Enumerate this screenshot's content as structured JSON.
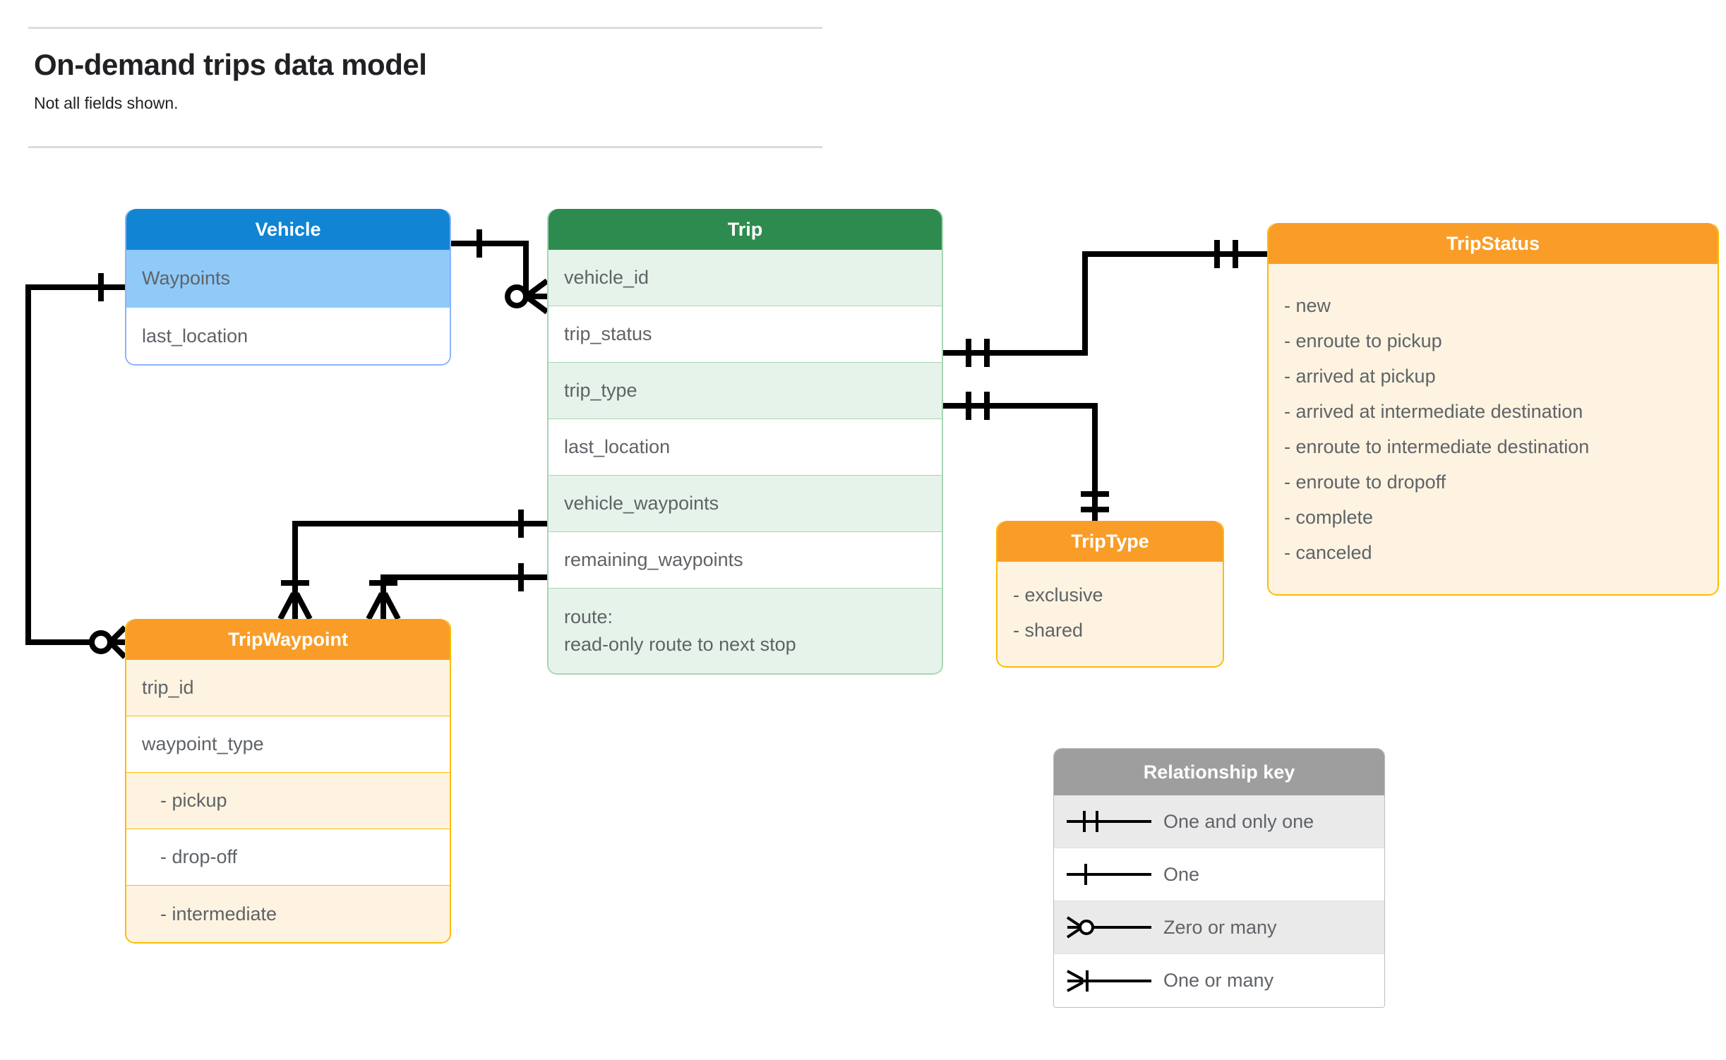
{
  "header": {
    "title": "On-demand trips data model",
    "subtitle": "Not all fields shown."
  },
  "entities": {
    "vehicle": {
      "name": "Vehicle",
      "header_color": "#1184d4",
      "rows": [
        {
          "label": "Waypoints"
        },
        {
          "label": "last_location"
        }
      ]
    },
    "trip": {
      "name": "Trip",
      "header_color": "#2e8b4f",
      "rows": [
        {
          "label": "vehicle_id"
        },
        {
          "label": "trip_status"
        },
        {
          "label": "trip_type"
        },
        {
          "label": "last_location"
        },
        {
          "label": "vehicle_waypoints"
        },
        {
          "label": "remaining_waypoints"
        }
      ],
      "route_row": {
        "line1": "route:",
        "line2": "read-only route to next stop"
      }
    },
    "trip_status": {
      "name": "TripStatus",
      "header_color": "#f99d28",
      "values": [
        "- new",
        "- enroute to pickup",
        "- arrived at pickup",
        "- arrived at intermediate destination",
        "- enroute to intermediate destination",
        "- enroute to dropoff",
        "- complete",
        "- canceled"
      ]
    },
    "trip_type": {
      "name": "TripType",
      "header_color": "#f99d28",
      "values": [
        "- exclusive",
        "- shared"
      ]
    },
    "trip_waypoint": {
      "name": "TripWaypoint",
      "header_color": "#f99d28",
      "rows": [
        {
          "label": "trip_id"
        },
        {
          "label": "waypoint_type"
        },
        {
          "label": "-  pickup"
        },
        {
          "label": "-  drop-off"
        },
        {
          "label": "-  intermediate"
        }
      ]
    }
  },
  "legend": {
    "title": "Relationship key",
    "rows": [
      {
        "label": "One and only one",
        "symbol": "one-and-only-one-symbol"
      },
      {
        "label": "One",
        "symbol": "one-symbol"
      },
      {
        "label": "Zero or many",
        "symbol": "zero-or-many-symbol"
      },
      {
        "label": "One or many",
        "symbol": "one-or-many-symbol"
      }
    ]
  },
  "relationships": [
    {
      "from": "Vehicle",
      "to": "Trip.vehicle_id",
      "from_cardinality": "One",
      "to_cardinality": "Zero or many"
    },
    {
      "from": "Vehicle.Waypoints",
      "to": "TripWaypoint",
      "from_cardinality": "One",
      "to_cardinality": "Zero or many"
    },
    {
      "from": "Trip.trip_status",
      "to": "TripStatus",
      "from_cardinality": "One and only one",
      "to_cardinality": "One and only one"
    },
    {
      "from": "Trip.trip_type",
      "to": "TripType",
      "from_cardinality": "One and only one",
      "to_cardinality": "One and only one"
    },
    {
      "from": "Trip.vehicle_waypoints",
      "to": "TripWaypoint",
      "from_cardinality": "One",
      "to_cardinality": "One or many"
    },
    {
      "from": "Trip.remaining_waypoints",
      "to": "TripWaypoint",
      "from_cardinality": "One",
      "to_cardinality": "One or many"
    }
  ]
}
